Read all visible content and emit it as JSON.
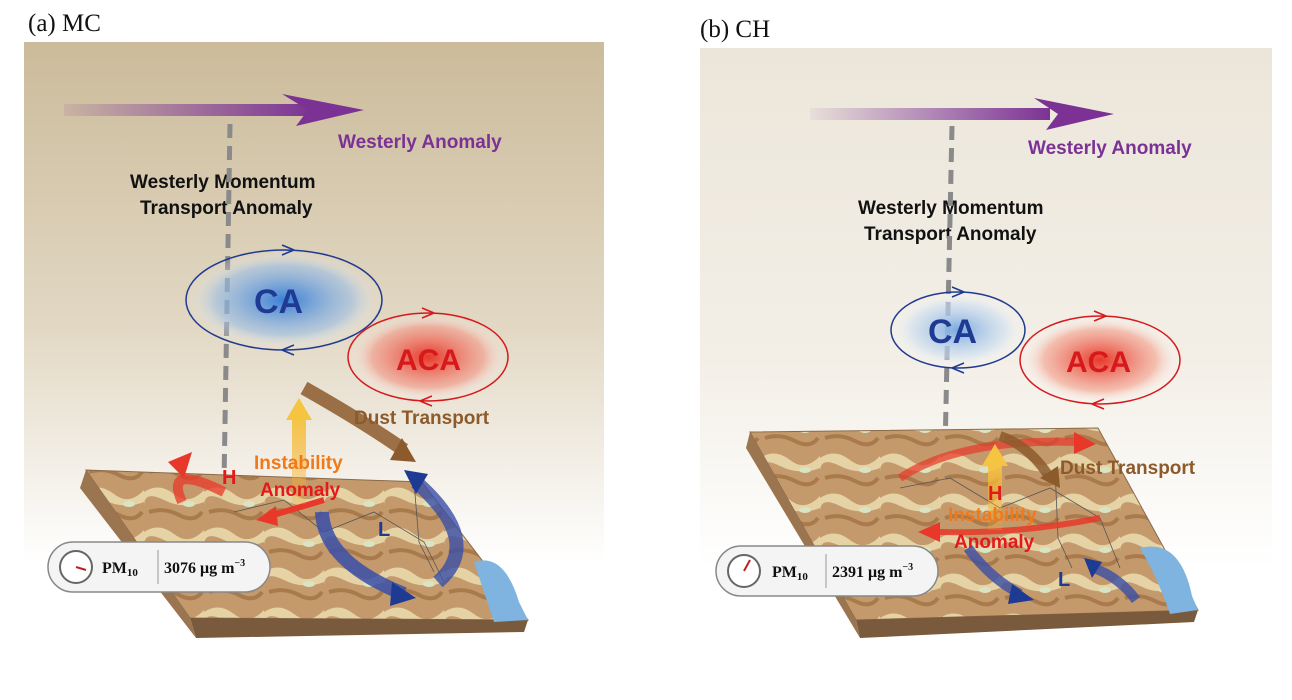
{
  "panels": [
    {
      "id": "a",
      "label": "(a) MC",
      "westerly_anomaly": "Westerly Anomaly",
      "momentum_line1": "Westerly Momentum",
      "momentum_line2": "Transport Anomaly",
      "cyclone": "CA",
      "anticyclone": "ACA",
      "dust_transport": "Dust Transport",
      "instability_line1": "Instability",
      "instability_line2": "Anomaly",
      "high": "H",
      "low": "L",
      "pm_label": "PM",
      "pm_sub": "10",
      "pm_value": "3076 μg m",
      "pm_exp": "−3"
    },
    {
      "id": "b",
      "label": "(b) CH",
      "westerly_anomaly": "Westerly Anomaly",
      "momentum_line1": "Westerly Momentum",
      "momentum_line2": "Transport Anomaly",
      "cyclone": "CA",
      "anticyclone": "ACA",
      "dust_transport": "Dust Transport",
      "instability_line1": "Instability",
      "instability_line2": "Anomaly",
      "high": "H",
      "low": "L",
      "pm_label": "PM",
      "pm_sub": "10",
      "pm_value": "2391 μg m",
      "pm_exp": "−3"
    }
  ],
  "colors": {
    "westerly": "#7b3294",
    "cyclone": "#1f3a93",
    "anticyclone": "#d7191c",
    "dust": "#8c5a2b",
    "instability": "#f07a1a",
    "high": "#e31a1c",
    "low": "#1f3a93",
    "terrain": "#c49a6c"
  }
}
